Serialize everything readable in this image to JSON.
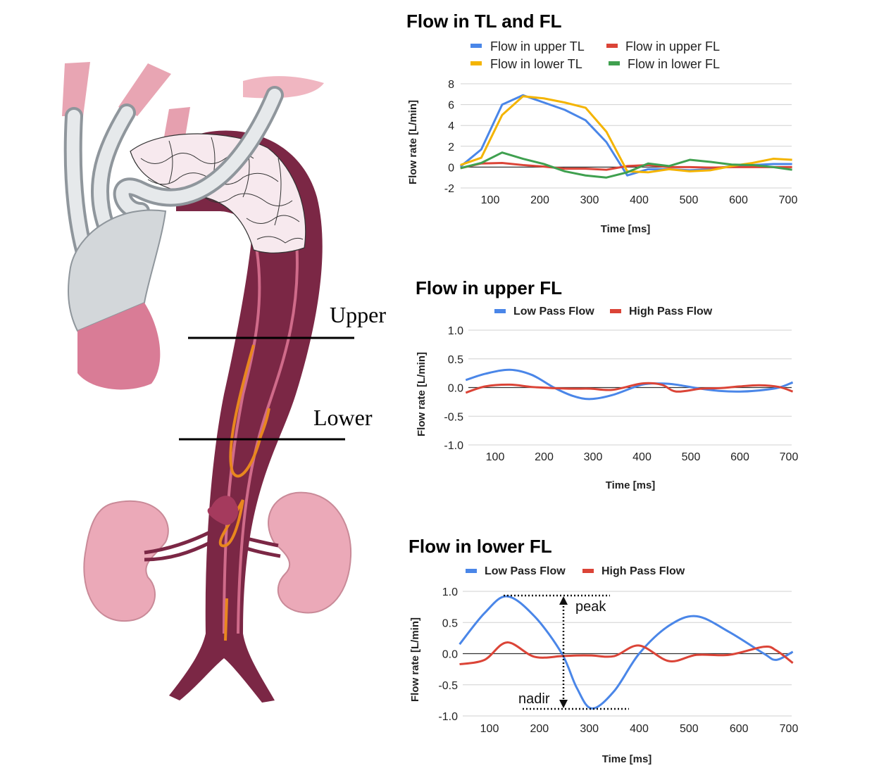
{
  "illustration": {
    "upper_label": "Upper",
    "lower_label": "Lower"
  },
  "colors": {
    "blue": "#4a86e8",
    "red": "#db4437",
    "yellow": "#f4b400",
    "green": "#3fa04f",
    "vessel": "#7b2745"
  },
  "chart_data": [
    {
      "type": "line",
      "title": "Flow in TL and FL",
      "xlabel": "Time [ms]",
      "ylabel": "Flow rate [L/min]",
      "xlim": [
        40,
        708
      ],
      "ylim": [
        -2,
        8
      ],
      "xticks": [
        100,
        200,
        300,
        400,
        500,
        600,
        700
      ],
      "yticks": [
        -2,
        0,
        2,
        4,
        6,
        8
      ],
      "grid": true,
      "legend": "top",
      "x": [
        40,
        82,
        124,
        166,
        208,
        250,
        292,
        334,
        376,
        418,
        460,
        502,
        544,
        586,
        628,
        670,
        708
      ],
      "series": [
        {
          "name": "Flow in upper TL",
          "color": "#4a86e8",
          "values": [
            0.05,
            1.7,
            6.0,
            6.9,
            6.2,
            5.5,
            4.5,
            2.4,
            -0.8,
            -0.2,
            -0.2,
            -0.3,
            -0.2,
            0.1,
            0.2,
            0.3,
            0.3
          ]
        },
        {
          "name": "Flow in upper FL",
          "color": "#db4437",
          "values": [
            -0.1,
            0.35,
            0.4,
            0.2,
            0.05,
            -0.15,
            -0.15,
            -0.25,
            0.1,
            0.2,
            0.0,
            0.0,
            -0.05,
            0.0,
            0.0,
            0.0,
            0.0
          ]
        },
        {
          "name": "Flow in lower TL",
          "color": "#f4b400",
          "values": [
            0.2,
            0.9,
            5.0,
            6.8,
            6.6,
            6.2,
            5.7,
            3.4,
            -0.4,
            -0.5,
            -0.2,
            -0.4,
            -0.3,
            0.1,
            0.4,
            0.8,
            0.7
          ]
        },
        {
          "name": "Flow in lower FL",
          "color": "#3fa04f",
          "values": [
            -0.1,
            0.4,
            1.4,
            0.8,
            0.3,
            -0.4,
            -0.8,
            -1.0,
            -0.5,
            0.35,
            0.1,
            0.7,
            0.5,
            0.25,
            0.2,
            0.0,
            -0.25
          ]
        }
      ]
    },
    {
      "type": "line",
      "title": "Flow in upper FL",
      "xlabel": "Time [ms]",
      "ylabel": "Flow rate [L/min]",
      "xlim": [
        40,
        708
      ],
      "ylim": [
        -1.0,
        1.0
      ],
      "xticks": [
        100,
        200,
        300,
        400,
        500,
        600,
        700
      ],
      "yticks": [
        "-1.0",
        "-0.5",
        "0.0",
        "0.5",
        "1.0"
      ],
      "grid": true,
      "legend": "top",
      "x": [
        40,
        80,
        130,
        175,
        220,
        260,
        295,
        340,
        400,
        440,
        470,
        520,
        560,
        600,
        640,
        680,
        708
      ],
      "series": [
        {
          "name": "Low Pass Flow",
          "color": "#4a86e8",
          "values": [
            0.13,
            0.24,
            0.31,
            0.22,
            0.0,
            -0.15,
            -0.2,
            -0.13,
            0.05,
            0.07,
            0.05,
            -0.02,
            -0.06,
            -0.07,
            -0.05,
            0.0,
            0.09
          ]
        },
        {
          "name": "High Pass Flow",
          "color": "#db4437",
          "values": [
            -0.09,
            0.02,
            0.05,
            0.01,
            -0.01,
            -0.02,
            -0.02,
            -0.04,
            0.07,
            0.05,
            -0.07,
            -0.02,
            -0.01,
            0.02,
            0.04,
            0.01,
            -0.07
          ]
        }
      ]
    },
    {
      "type": "line",
      "title": "Flow in lower FL",
      "xlabel": "Time [ms]",
      "ylabel": "Flow rate [L/min]",
      "xlim": [
        40,
        708
      ],
      "ylim": [
        -1.0,
        1.0
      ],
      "xticks": [
        100,
        200,
        300,
        400,
        500,
        600,
        700
      ],
      "yticks": [
        "-1.0",
        "-0.5",
        "0.0",
        "0.5",
        "1.0"
      ],
      "grid": true,
      "legend": "top",
      "annotations": {
        "peak": "peak",
        "nadir": "nadir"
      },
      "x": [
        40,
        90,
        135,
        190,
        245,
        275,
        305,
        350,
        400,
        460,
        515,
        580,
        650,
        675,
        708
      ],
      "series": [
        {
          "name": "Low Pass Flow",
          "color": "#4a86e8",
          "values": [
            0.15,
            0.65,
            0.92,
            0.6,
            0.0,
            -0.55,
            -0.88,
            -0.6,
            0.0,
            0.45,
            0.6,
            0.35,
            0.0,
            -0.1,
            0.03
          ]
        },
        {
          "name": "High Pass Flow",
          "color": "#db4437",
          "values": [
            -0.17,
            -0.1,
            0.18,
            -0.05,
            -0.04,
            -0.03,
            -0.03,
            -0.04,
            0.13,
            -0.12,
            -0.02,
            -0.02,
            0.11,
            0.05,
            -0.15
          ]
        }
      ]
    }
  ]
}
